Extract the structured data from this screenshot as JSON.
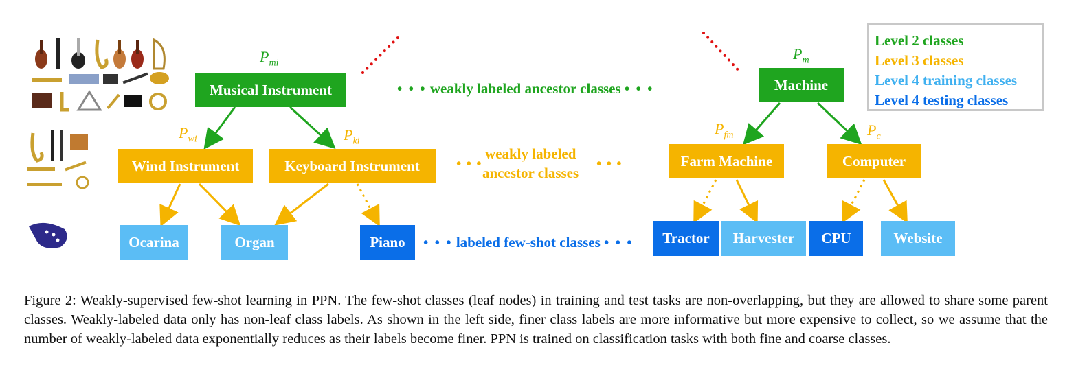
{
  "nodes": {
    "musical_instrument": "Musical Instrument",
    "machine": "Machine",
    "wind_instrument": "Wind Instrument",
    "keyboard_instrument": "Keyboard Instrument",
    "farm_machine": "Farm Machine",
    "computer": "Computer",
    "ocarina": "Ocarina",
    "organ": "Organ",
    "piano": "Piano",
    "tractor": "Tractor",
    "harvester": "Harvester",
    "cpu": "CPU",
    "website": "Website"
  },
  "prob_labels": {
    "p_mi": {
      "base": "P",
      "sub": "mi"
    },
    "p_m": {
      "base": "P",
      "sub": "m"
    },
    "p_wi": {
      "base": "P",
      "sub": "wi"
    },
    "p_ki": {
      "base": "P",
      "sub": "ki"
    },
    "p_fm": {
      "base": "P",
      "sub": "fm"
    },
    "p_c": {
      "base": "P",
      "sub": "c"
    }
  },
  "annotations": {
    "level2_ellipsis": "weakly labeled ancestor classes",
    "level3_line1": "weakly labeled",
    "level3_line2": "ancestor classes",
    "level4_ellipsis": "labeled few-shot classes"
  },
  "legend": {
    "level2": "Level 2 classes",
    "level3": "Level 3 classes",
    "level4_train": "Level 4 training classes",
    "level4_test": "Level 4 testing classes"
  },
  "caption": "Figure 2: Weakly-supervised few-shot learning in PPN. The few-shot classes (leaf nodes) in training and test tasks are non-overlapping, but they are allowed to share some parent classes. Weakly-labeled data only has non-leaf class labels. As shown in the left side, finer class labels are more informative but more expensive to collect, so we assume that the number of weakly-labeled data exponentially reduces as their labels become finer. PPN is trained on classification tasks with both fine and coarse classes.",
  "colors": {
    "level2": "#1fa51f",
    "level3": "#f5b400",
    "level4_train": "#5bbdf5",
    "level4_test": "#0a6ee8",
    "ellipsis_red": "#e01010"
  },
  "icons": [
    "violin-icon",
    "clarinet-icon",
    "guitar-icon",
    "saxophone-icon",
    "harp-icon",
    "trumpet-icon",
    "xylophone-icon",
    "drum-icon",
    "cymbal-icon",
    "piano-icon",
    "horn-icon",
    "triangle-icon",
    "flute-icon",
    "pan-flute-icon",
    "trombone-icon",
    "ocarina-icon"
  ]
}
